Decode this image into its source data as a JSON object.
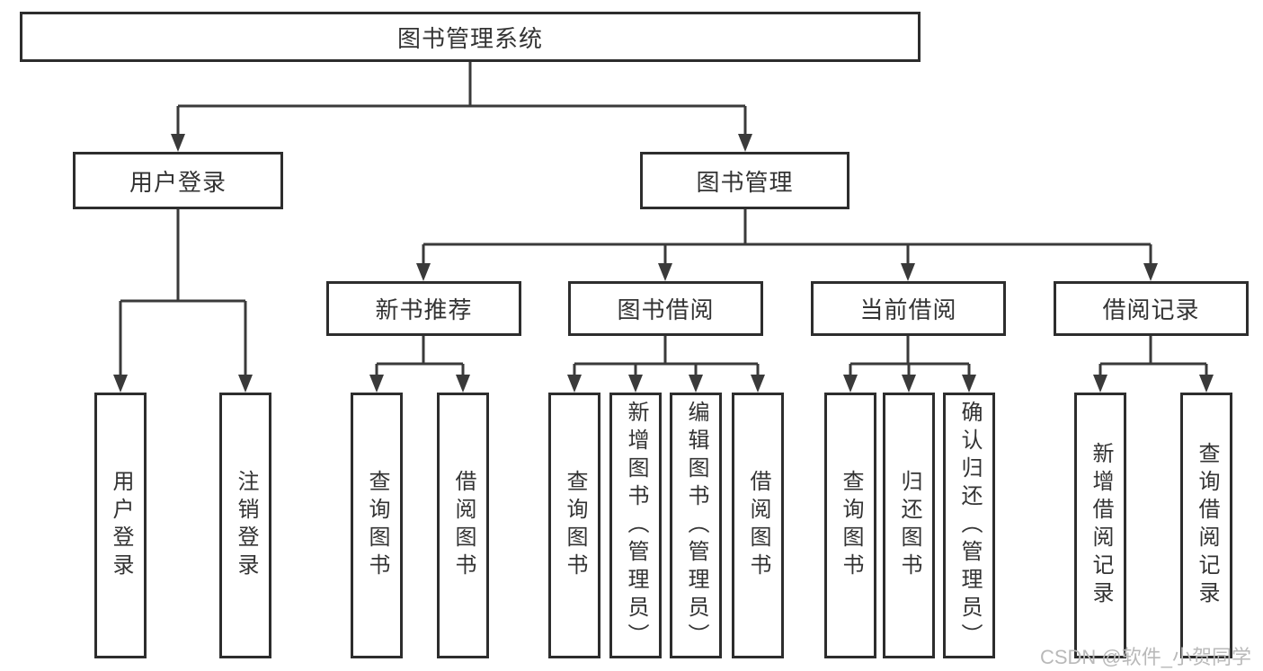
{
  "diagram": {
    "type": "hierarchy-tree",
    "root": {
      "label": "图书管理系统"
    },
    "level2": [
      {
        "id": "user-login",
        "label": "用户登录",
        "parent": "图书管理系统"
      },
      {
        "id": "book-management",
        "label": "图书管理",
        "parent": "图书管理系统"
      }
    ],
    "level3": [
      {
        "id": "new-book-recommend",
        "label": "新书推荐",
        "parent": "图书管理"
      },
      {
        "id": "book-borrowing",
        "label": "图书借阅",
        "parent": "图书管理"
      },
      {
        "id": "current-borrowing",
        "label": "当前借阅",
        "parent": "图书管理"
      },
      {
        "id": "borrowing-records",
        "label": "借阅记录",
        "parent": "图书管理"
      }
    ],
    "leaves": [
      {
        "label": "用户登录",
        "parent": "用户登录"
      },
      {
        "label": "注销登录",
        "parent": "用户登录"
      },
      {
        "label": "查询图书",
        "parent": "新书推荐"
      },
      {
        "label": "借阅图书",
        "parent": "新书推荐"
      },
      {
        "label": "查询图书",
        "parent": "图书借阅"
      },
      {
        "label": "新增图书（管理员）",
        "parent": "图书借阅"
      },
      {
        "label": "编辑图书（管理员）",
        "parent": "图书借阅"
      },
      {
        "label": "借阅图书",
        "parent": "图书借阅"
      },
      {
        "label": "查询图书",
        "parent": "当前借阅"
      },
      {
        "label": "归还图书",
        "parent": "当前借阅"
      },
      {
        "label": "确认归还（管理员）",
        "parent": "当前借阅"
      },
      {
        "label": "新增借阅记录",
        "parent": "借阅记录"
      },
      {
        "label": "查询借阅记录",
        "parent": "借阅记录"
      }
    ]
  },
  "watermark": {
    "text": "CSDN @软件_小贺同学"
  },
  "colors": {
    "background": "#ffffff",
    "box_border": "#2d2d2d",
    "connector_line": "#3a3a3a",
    "text": "#333333",
    "watermark_text": "#b9b9b9"
  }
}
